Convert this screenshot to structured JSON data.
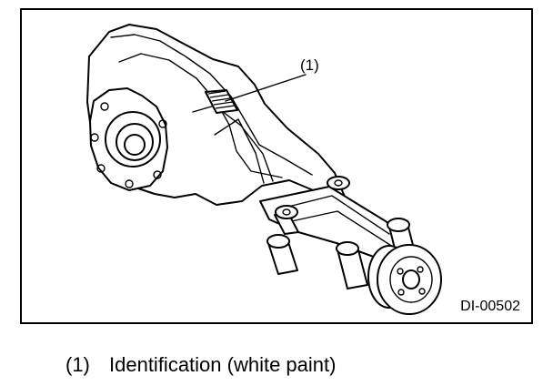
{
  "figure": {
    "callout": "(1)",
    "code": "DI-00502"
  },
  "legend": {
    "number": "(1)",
    "text": "Identification (white paint)"
  },
  "colors": {
    "line": "#000000",
    "background": "#ffffff"
  }
}
